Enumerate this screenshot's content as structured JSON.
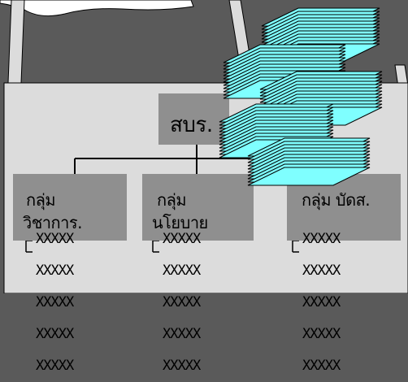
{
  "top_box": {
    "label": "สบร."
  },
  "groups": [
    {
      "line1": "กลุ่ม",
      "line2": "วิชาการ."
    },
    {
      "line1": "กลุ่ม",
      "line2": "นโยบาย"
    },
    {
      "line1": "กลุ่ม บัดส.",
      "line2": ""
    }
  ],
  "filler": {
    "glyph": "XXXXX"
  },
  "colors": {
    "background": "#5a5a5a",
    "panel": "#dcdcdc",
    "box": "#8f8f8f",
    "stack": "#7fffff",
    "cloud": "#ffffff"
  }
}
